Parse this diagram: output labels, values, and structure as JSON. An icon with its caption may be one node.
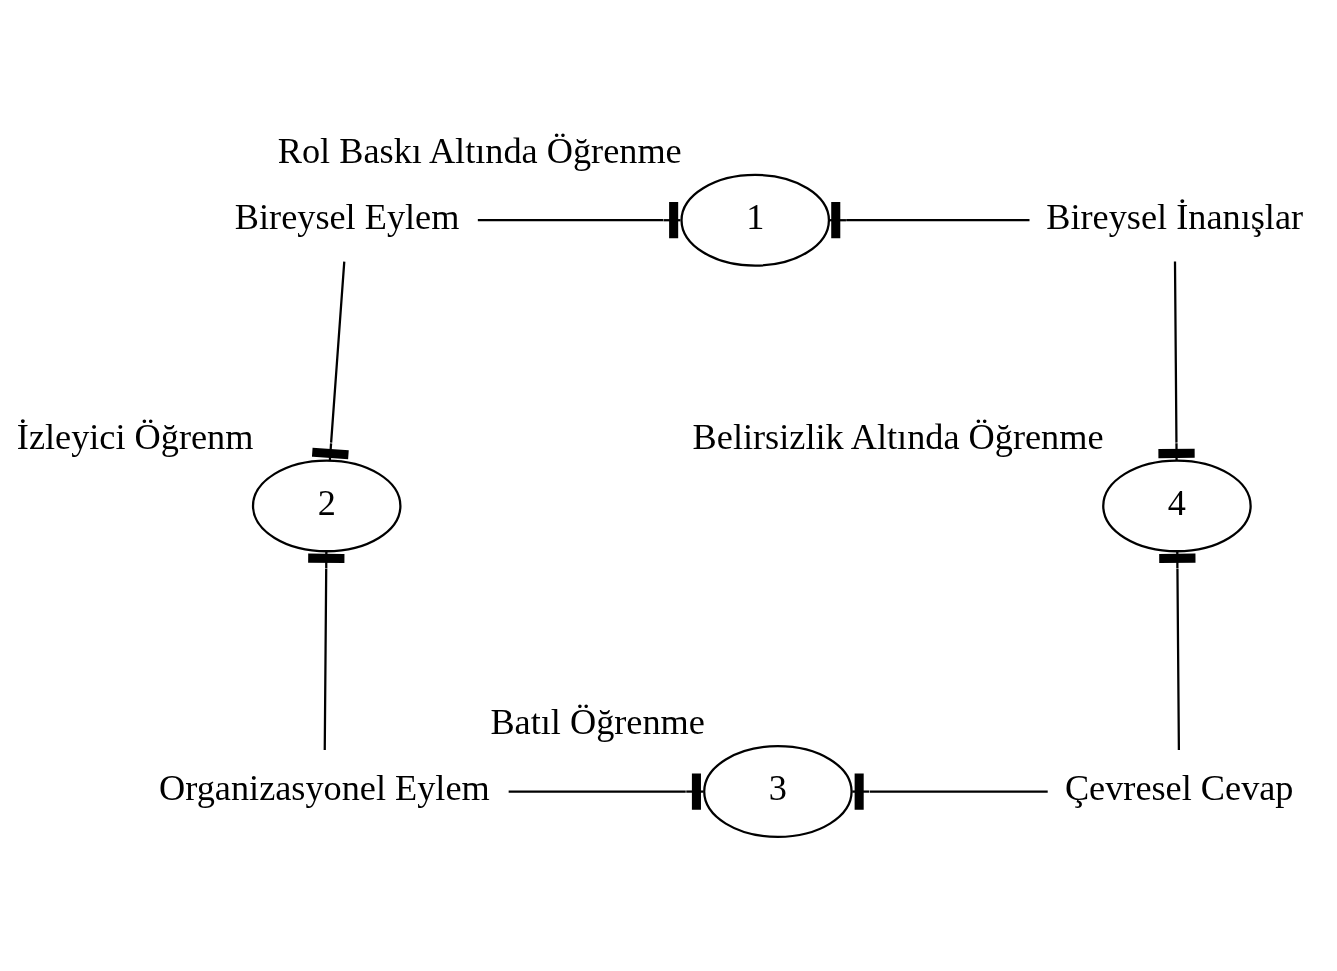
{
  "diagram": {
    "nodes": [
      {
        "text": [
          "1"
        ],
        "beside": [
          "Rol Baskı Altında Öğrenme"
        ]
      },
      {
        "text": [
          "Bireysel Eylem"
        ]
      },
      {
        "text": [
          "Bireysel İnanışlar"
        ]
      },
      {
        "text": [
          "2"
        ],
        "beside": [
          "İzleyici Öğrenm"
        ]
      },
      {
        "text": [
          "4"
        ],
        "beside": [
          "Belirsizlik Altında Öğrenme"
        ]
      },
      {
        "text": [
          "Organizasyonel Eylem"
        ]
      },
      {
        "text": [
          "Çevresel Cevap"
        ]
      },
      {
        "text": [
          "3"
        ],
        "beside": [
          "Batıl Öğrenme"
        ]
      }
    ],
    "edges": [
      {
        "from": 1,
        "to": 0,
        "arrow": "other"
      },
      {
        "from": 2,
        "to": 0,
        "arrow": "other"
      },
      {
        "from": 1,
        "to": 3,
        "arrow": "other"
      },
      {
        "from": 5,
        "to": 3,
        "arrow": "other"
      },
      {
        "from": 2,
        "to": 4,
        "arrow": "other"
      },
      {
        "from": 6,
        "to": 4,
        "arrow": "other"
      },
      {
        "from": 5,
        "to": 7,
        "arrow": "other"
      },
      {
        "from": 6,
        "to": 7,
        "arrow": "other"
      }
    ]
  }
}
